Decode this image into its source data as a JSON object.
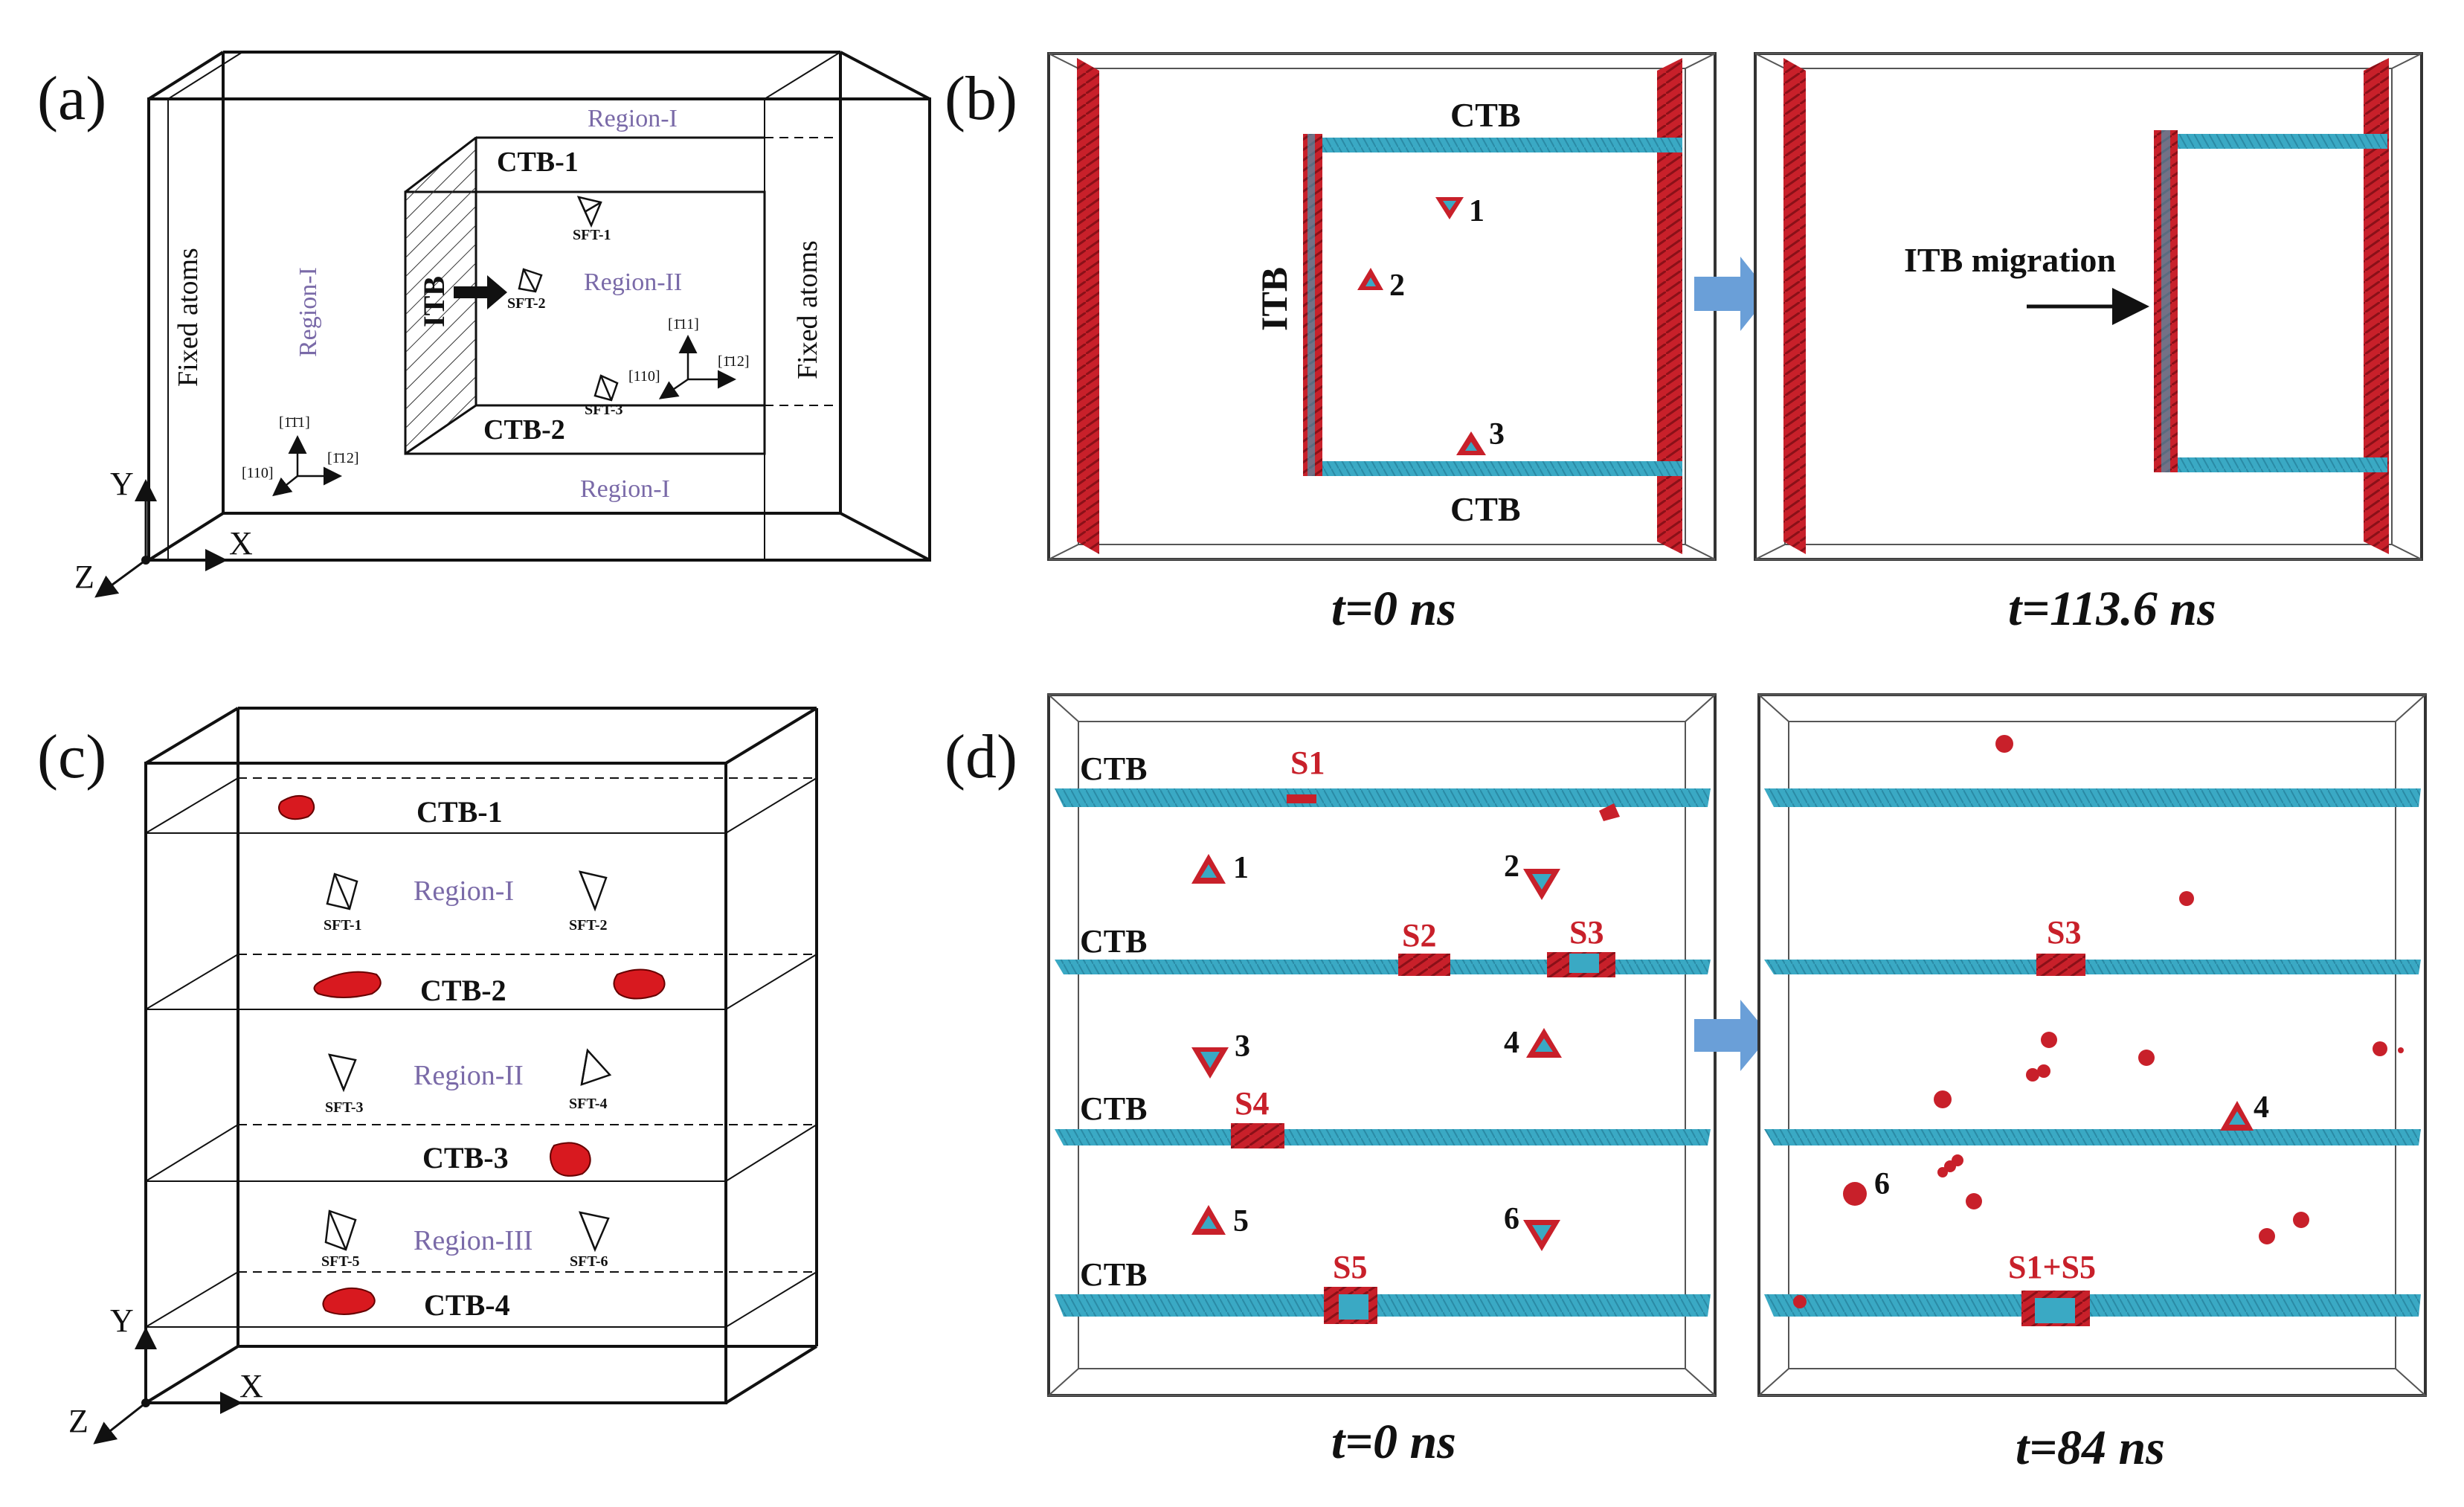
{
  "panels": {
    "a": {
      "label": "(a)",
      "ctb1": "CTB-1",
      "ctb2": "CTB-2",
      "itb": "ITB",
      "region_top": "Region-I",
      "region_bottom": "Region-I",
      "region_left": "Region-I",
      "region_center": "Region-II",
      "fixed_left": "Fixed atoms",
      "fixed_right": "Fixed atoms",
      "sft1": "SFT-1",
      "sft2": "SFT-2",
      "sft3": "SFT-3",
      "dir_left_up": "[1̄1̄1]",
      "dir_left_right": "[1̄12]",
      "dir_left_diag": "[110]",
      "dir_right_up": "[1̄11]",
      "dir_right_right": "[1̄12]",
      "dir_right_diag": "[110]",
      "axis_y": "Y",
      "axis_x": "X",
      "axis_z": "Z"
    },
    "b": {
      "label": "(b)",
      "ctb_top": "CTB",
      "ctb_bottom": "CTB",
      "itb": "ITB",
      "sft1": "1",
      "sft2": "2",
      "sft3": "3",
      "migration": "ITB migration",
      "time_left": "t=0 ns",
      "time_right": "t=113.6 ns"
    },
    "c": {
      "label": "(c)",
      "ctb1": "CTB-1",
      "ctb2": "CTB-2",
      "ctb3": "CTB-3",
      "ctb4": "CTB-4",
      "region1": "Region-I",
      "region2": "Region-II",
      "region3": "Region-III",
      "sft1": "SFT-1",
      "sft2": "SFT-2",
      "sft3": "SFT-3",
      "sft4": "SFT-4",
      "sft5": "SFT-5",
      "sft6": "SFT-6",
      "axis_y": "Y",
      "axis_x": "X",
      "axis_z": "Z"
    },
    "d": {
      "label": "(d)",
      "ctb": [
        "CTB",
        "CTB",
        "CTB",
        "CTB"
      ],
      "s1": "S1",
      "s2": "S2",
      "s3": "S3",
      "s4": "S4",
      "s5": "S5",
      "n1": "1",
      "n2": "2",
      "n3": "3",
      "n4": "4",
      "n5": "5",
      "n6": "6",
      "s3_right": "S3",
      "s1s5": "S1+S5",
      "n4_right": "4",
      "n6_right": "6",
      "time_left": "t=0 ns",
      "time_right": "t=84 ns"
    }
  },
  "colors": {
    "boundary_red": "#c8202a",
    "ctb_cyan": "#3aa9c4",
    "arrow_blue": "#6a9fd8",
    "region_purple": "#7a6aa8"
  }
}
